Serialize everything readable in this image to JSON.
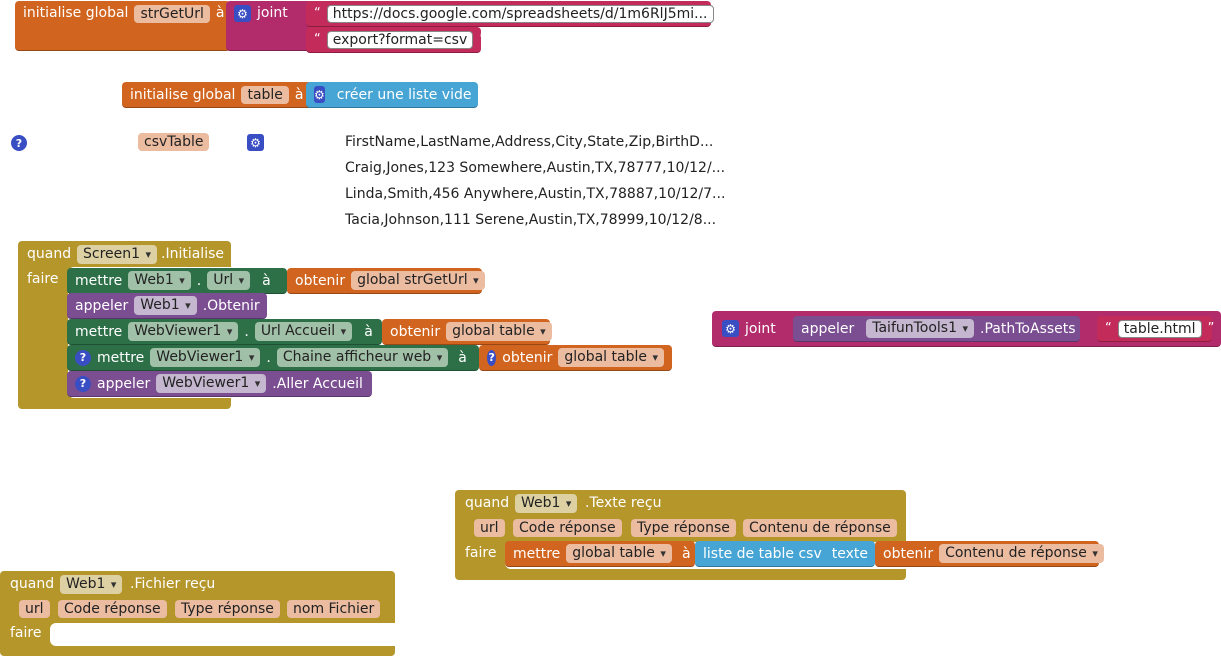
{
  "blocks": {
    "init_url": {
      "prefix": "initialise global",
      "var_name": "strGetUrl",
      "suffix": "à",
      "join_label": "joint",
      "str1": "https://docs.google.com/spreadsheets/d/1m6RlJ5mi...",
      "str2": "export?format=csv"
    },
    "init_table": {
      "prefix": "initialise global",
      "var_name": "table",
      "suffix": "à",
      "empty_list": "créer une liste vide"
    },
    "csv": {
      "name": "csvTable",
      "lines": [
        "FirstName,LastName,Address,City,State,Zip,BirthD...",
        "Craig,Jones,123 Somewhere,Austin,TX,78777,10/12/...",
        "Linda,Smith,456 Anywhere,Austin,TX,78887,10/12/7...",
        "Tacia,Johnson,111 Serene,Austin,TX,78999,10/12/8..."
      ]
    },
    "screen_init": {
      "quand": "quand",
      "component": "Screen1",
      "event": ".Initialise",
      "faire": "faire",
      "s1": {
        "mettre": "mettre",
        "comp": "Web1",
        "dot": ".",
        "prop": "Url",
        "a": "à",
        "obtenir": "obtenir",
        "var": "global strGetUrl"
      },
      "s2": {
        "appeler": "appeler",
        "comp": "Web1",
        "method": ".Obtenir"
      },
      "s3": {
        "mettre": "mettre",
        "comp": "WebViewer1",
        "dot": ".",
        "prop": "Url Accueil",
        "a": "à",
        "obtenir": "obtenir",
        "var": "global table"
      },
      "s4": {
        "mettre": "mettre",
        "comp": "WebViewer1",
        "dot": ".",
        "prop": "Chaine afficheur web",
        "a": "à",
        "obtenir": "obtenir",
        "var": "global table"
      },
      "s5": {
        "appeler": "appeler",
        "comp": "WebViewer1",
        "method": ".Aller Accueil"
      }
    },
    "join_assets": {
      "join_label": "joint",
      "appeler": "appeler",
      "comp": "TaifunTools1",
      "method": ".PathToAssets",
      "str": "table.html"
    },
    "text_recv": {
      "quand": "quand",
      "component": "Web1",
      "event": ".Texte reçu",
      "params": [
        "url",
        "Code réponse",
        "Type réponse",
        "Contenu de réponse"
      ],
      "faire": "faire",
      "mettre": "mettre",
      "var": "global table",
      "a": "à",
      "list_from": "liste de table csv",
      "texte": "texte",
      "obtenir": "obtenir",
      "get_var": "Contenu de réponse"
    },
    "file_recv": {
      "quand": "quand",
      "component": "Web1",
      "event": ".Fichier reçu",
      "params": [
        "url",
        "Code réponse",
        "Type réponse",
        "nom Fichier"
      ],
      "faire": "faire"
    }
  },
  "colors": {
    "variables": "#d1651f",
    "text_join": "#b22b6b",
    "lists": "#46a5d5",
    "setters": "#2d7047",
    "methods": "#7b4d91",
    "events": "#b5962b",
    "mutator": "#3a4ec4"
  },
  "icons": {
    "mutator": "gear-icon",
    "help": "question-icon"
  }
}
